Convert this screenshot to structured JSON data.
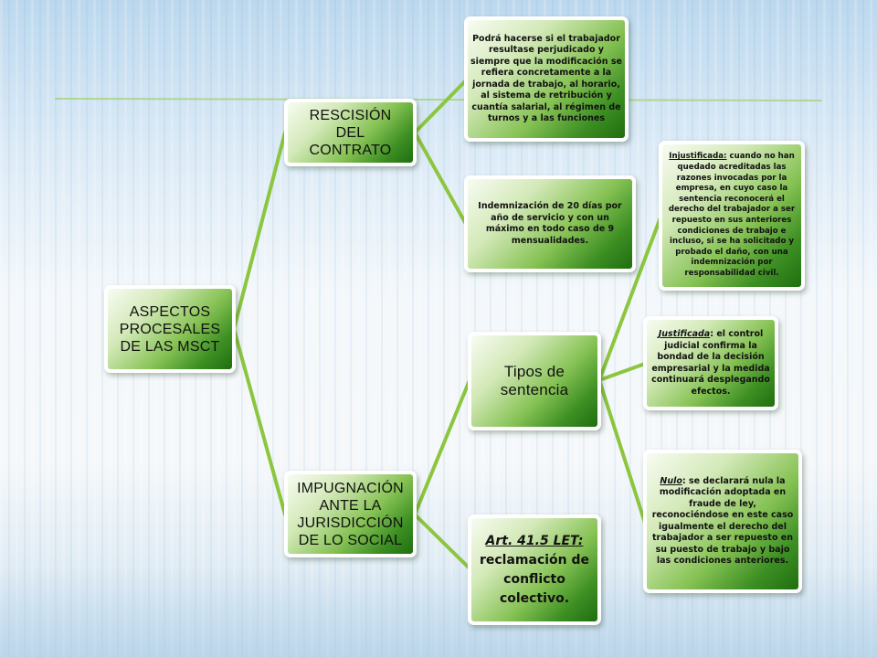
{
  "diagram": {
    "root": {
      "label": "ASPECTOS PROCESALES DE LAS MSCT"
    },
    "rescision": {
      "label": "RESCISIÓN DEL CONTRATO"
    },
    "impugnacion": {
      "label": "IMPUGNACIÓN ANTE LA JURISDICCIÓN DE LO SOCIAL"
    },
    "podra": {
      "label": "Podrá hacerse si el trabajador resultase perjudicado y siempre que la modificación se refiera concretamente a la jornada de trabajo, al horario, al sistema de retribución y cuantía salarial, al régimen de turnos y a las funciones"
    },
    "indemnizacion": {
      "label": "Indemnización de 20 días por año de servicio y con un máximo en todo caso de 9 mensualidades."
    },
    "tipos": {
      "label": "Tipos de sentencia"
    },
    "art": {
      "prefix": "Art. 41.5 LET:",
      "label": "reclamación de conflicto colectivo."
    },
    "injustificada": {
      "prefix": "Injustificada:",
      "label": "cuando no han quedado acreditadas las razones invocadas por la empresa, en cuyo caso la sentencia reconocerá el derecho del trabajador a ser repuesto en sus anteriores condiciones de trabajo e incluso, si se ha solicitado y probado el daño, con una indemnización por responsabilidad civil."
    },
    "justificada": {
      "prefix": "Justificada",
      "label": ": el control judicial confirma la bondad de la decisión empresarial y la medida continuará desplegando efectos."
    },
    "nulo": {
      "prefix": "Nulo",
      "label": ": se declarará nula la modificación adoptada en fraude de ley, reconociéndose en este caso igualmente el derecho del trabajador a ser repuesto en su puesto de trabajo y bajo las condiciones anteriores."
    },
    "colors": {
      "connector": "#8cc63f",
      "node_dark": "#1f6e10",
      "node_light": "#d3e9b8",
      "border": "#ffffff"
    }
  }
}
